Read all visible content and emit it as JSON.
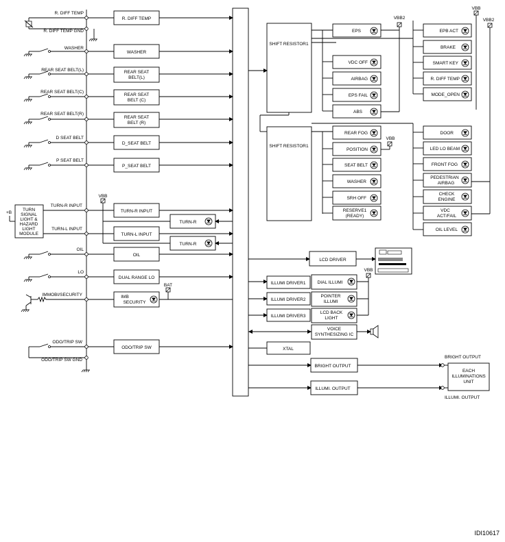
{
  "inputs": {
    "r_diff_temp": "R. DIFF TEMP",
    "r_diff_temp_gnd": "R. DIFF TEMP GND",
    "washer": "WASHER",
    "rear_belt_l": "REAR SEAT BELT(L)",
    "rear_belt_c": "REAR SEAT BELT(C)",
    "rear_belt_r": "REAR SEAT BELT(R)",
    "d_seat_belt": "D SEAT BELT",
    "p_seat_belt": "P SEAT BELT",
    "turn_r_input": "TURN-R INPUT",
    "turn_l_input": "TURN-L INPUT",
    "plus_b": "+B",
    "oil": "OIL",
    "lo": "LO",
    "immobi": "IMMOBI/SECURITY",
    "odo_sw": "ODO/TRIP SW",
    "odo_sw_gnd": "ODO/TRIP SW GND"
  },
  "turn_module": [
    "TURN",
    "SIGNAL",
    "LIGHT &",
    "HAZARD",
    "LIGHT",
    "MODULE"
  ],
  "input_boxes": {
    "r_diff_temp": "R. DIFF TEMP",
    "washer": "WASHER",
    "rear_l": [
      "REAR SEAT",
      "BELT(L)"
    ],
    "rear_c": [
      "REAR SEAT",
      "BELT (C)"
    ],
    "rear_r": [
      "REAR SEAT",
      "BELT (R)"
    ],
    "d_seat": "D_SEAT BELT",
    "p_seat": "P_SEAT BELT",
    "turn_r": "TURN-R INPUT",
    "turn_l": "TURN-L INPUT",
    "turn_r_ind1": "TURN-R",
    "turn_r_ind2": "TURN-R",
    "oil": "OIL",
    "dual_range": "DUAL RANGE LO",
    "imb": [
      "IMB",
      "SECURITY"
    ],
    "odo": "ODO/TRIP SW"
  },
  "power": {
    "vbb": "VBB",
    "vbb2": "VBB2",
    "bat": "BAT"
  },
  "shift_registers": [
    "SHIFT RESISTOR1",
    "SHIFT RESISTOR1"
  ],
  "indicators_col1_top": [
    "EPS",
    "VDC OFF",
    "AIRBAG",
    "EPS FAIL",
    "ABS"
  ],
  "indicators_col1_bottom": [
    "REAR FOG",
    "POSITION",
    "SEAT BELT",
    "WASHER",
    "SRH OFF",
    [
      "RESERVE1",
      "(READY)"
    ]
  ],
  "indicators_col2_top": [
    "EPB ACT",
    "BRAKE",
    "SMART KEY",
    "R. DIFF TEMP",
    "MODE_OPEN"
  ],
  "indicators_col2_bottom": [
    "DOOR",
    "LED LO BEAM",
    "FRONT FOG",
    [
      "PEDESTRIAN",
      "AIRBAG"
    ],
    [
      "CHECK",
      "ENGINE"
    ],
    [
      "VDC",
      "ACT/FAIL"
    ],
    "OIL LEVEL"
  ],
  "lcd_driver": "LCD DRIVER",
  "illumi_drivers": [
    "ILLUMI DRIVER1",
    "ILLUMI DRIVER2",
    "ILLUMI DRIVER3"
  ],
  "illumi_items": [
    "DIAL ILLUMI",
    [
      "POINTER",
      "ILLUMI"
    ],
    [
      "LCD BACK",
      "LIGHT"
    ]
  ],
  "voice": [
    "VOICE",
    "SYNTHESIZING IC"
  ],
  "xtal": "XTAL",
  "bright_output": "BRIGHT OUTPUT",
  "illumi_output": "ILLUMI. OUTPUT",
  "bright_output_label": "BRIGHT OUTPUT",
  "illumi_output_label": "ILLUMI. OUTPUT",
  "each_unit": [
    "EACH",
    "ILLUMINATIONS",
    "UNIT"
  ],
  "figure_code": "IDI10617"
}
